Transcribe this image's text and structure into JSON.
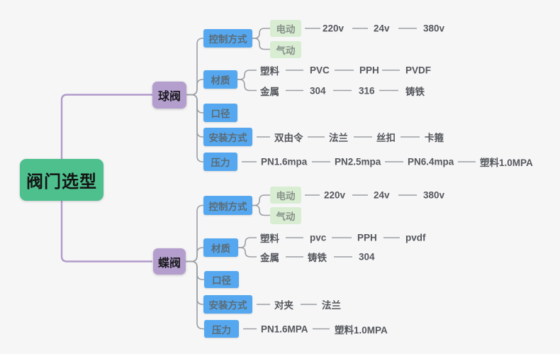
{
  "root": {
    "label": "阀门选型"
  },
  "branches": [
    {
      "label": "球阀",
      "topics": [
        {
          "label": "控制方式",
          "children": [
            {
              "label": "电动",
              "items": [
                "220v",
                "24v",
                "380v"
              ]
            },
            {
              "label": "气动",
              "items": []
            }
          ]
        },
        {
          "label": "材质",
          "rows": [
            {
              "label": "塑料",
              "items": [
                "PVC",
                "PPH",
                "PVDF"
              ]
            },
            {
              "label": "金属",
              "items": [
                "304",
                "316",
                "铸铁"
              ]
            }
          ]
        },
        {
          "label": "口径"
        },
        {
          "label": "安装方式",
          "items": [
            "双由令",
            "法兰",
            "丝扣",
            "卡箍"
          ]
        },
        {
          "label": "压力",
          "items": [
            "PN1.6mpa",
            "PN2.5mpa",
            "PN6.4mpa",
            "塑料1.0MPA"
          ]
        }
      ]
    },
    {
      "label": "蝶阀",
      "topics": [
        {
          "label": "控制方式",
          "children": [
            {
              "label": "电动",
              "items": [
                "220v",
                "24v",
                "380v"
              ]
            },
            {
              "label": "气动",
              "items": []
            }
          ]
        },
        {
          "label": "材质",
          "rows": [
            {
              "label": "塑料",
              "items": [
                "pvc",
                "PPH",
                "pvdf"
              ]
            },
            {
              "label": "金属",
              "items": [
                "铸铁",
                "304"
              ]
            }
          ]
        },
        {
          "label": "口径"
        },
        {
          "label": "安装方式",
          "items": [
            "对夹",
            "法兰"
          ]
        },
        {
          "label": "压力",
          "items": [
            "PN1.6MPA",
            "塑料1.0MPA"
          ]
        }
      ]
    }
  ],
  "colors": {
    "root_bg": "#4dc08d",
    "branch_bg": "#b49ecd",
    "topic_bg": "#55a8ef",
    "leaf_bg": "#d9edd3",
    "topic_text": "#5b6b77",
    "leaf_text": "#87928a",
    "text_node": "#54575c",
    "line_gray": "#9b9fa4",
    "line_purple": "#b29aca"
  }
}
